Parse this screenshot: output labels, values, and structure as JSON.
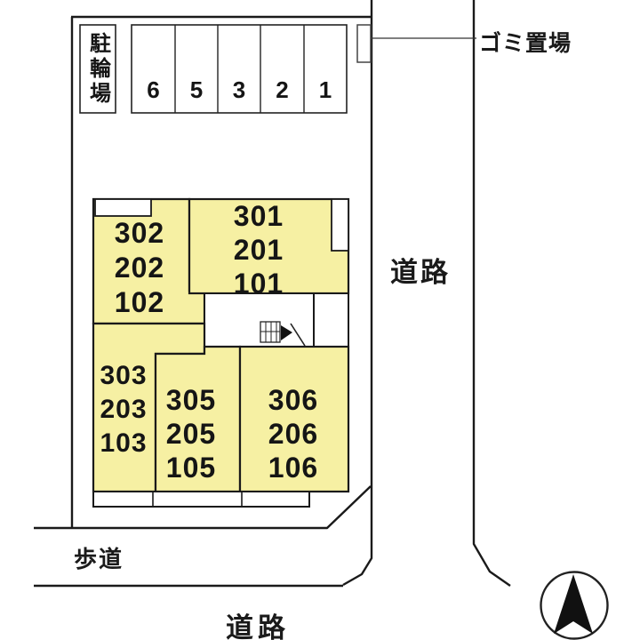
{
  "plan": {
    "bicycle_parking": {
      "label": "駐輪場"
    },
    "parking": {
      "stalls": [
        "6",
        "5",
        "3",
        "2",
        "1"
      ]
    },
    "garbage": {
      "label": "ゴミ置場"
    },
    "roads": {
      "right": "道路",
      "bottom": "道路",
      "sidewalk": "歩道"
    },
    "building": {
      "blocks": [
        {
          "name": "block-302",
          "units": [
            "302",
            "202",
            "102"
          ]
        },
        {
          "name": "block-301",
          "units": [
            "301",
            "201",
            "101"
          ]
        },
        {
          "name": "block-303",
          "units": [
            "303",
            "203",
            "103"
          ]
        },
        {
          "name": "block-305",
          "units": [
            "305",
            "205",
            "105"
          ]
        },
        {
          "name": "block-306",
          "units": [
            "306",
            "206",
            "106"
          ]
        }
      ]
    },
    "icons": {
      "compass": "north-arrow",
      "stairs": "staircase-entrance-arrow"
    },
    "colors": {
      "unit_fill": "#F6F0A3",
      "line": "#1A1A1A",
      "background": "#FFFFFF"
    }
  }
}
